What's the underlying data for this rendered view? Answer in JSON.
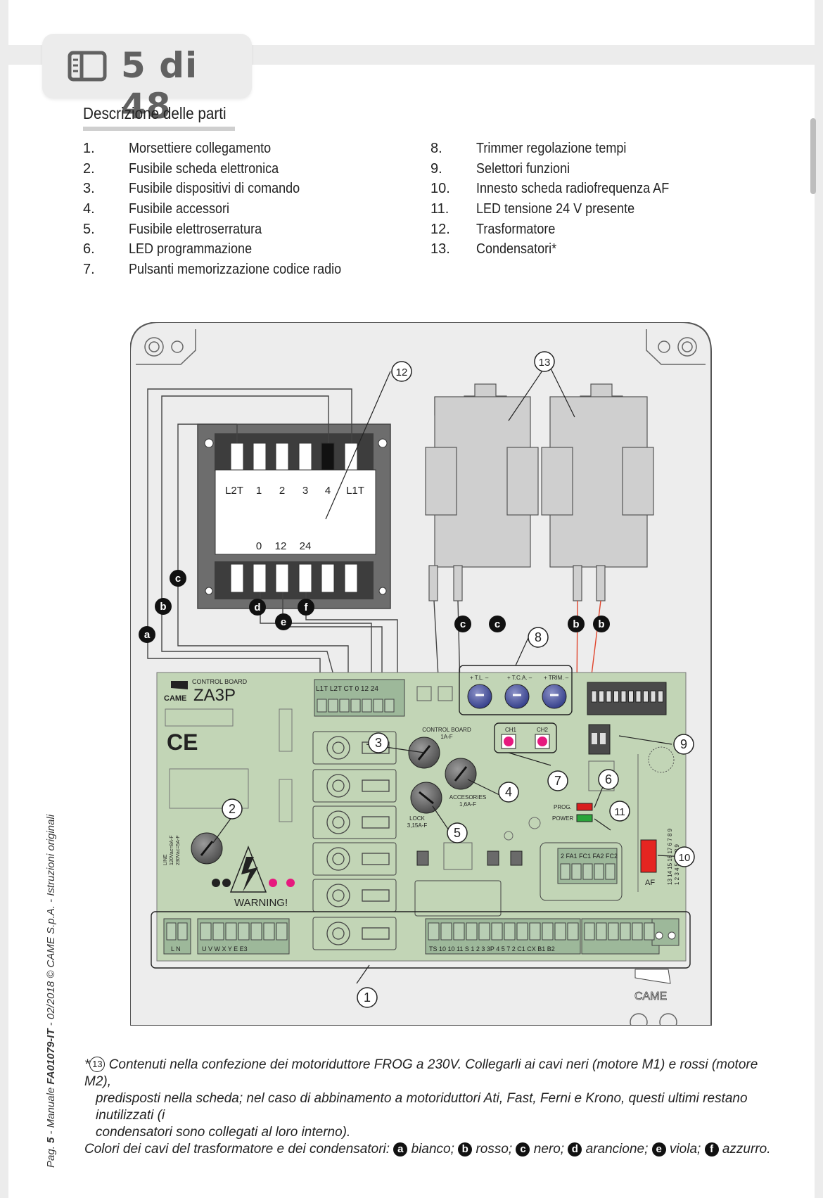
{
  "page_indicator": {
    "current": "5",
    "sep": "di",
    "total": "48",
    "text": "5 di 48",
    "icon": "sidebar-panel-icon"
  },
  "section_title": "Descrizione delle parti",
  "parts_left": [
    {
      "num": "1.",
      "label": "Morsettiere collegamento"
    },
    {
      "num": "2.",
      "label": "Fusibile scheda elettronica"
    },
    {
      "num": "3.",
      "label": "Fusibile dispositivi di comando"
    },
    {
      "num": "4.",
      "label": "Fusibile accessori"
    },
    {
      "num": "5.",
      "label": "Fusibile elettroserratura"
    },
    {
      "num": "6.",
      "label": "LED programmazione"
    },
    {
      "num": "7.",
      "label": "Pulsanti memorizzazione codice radio"
    }
  ],
  "parts_right": [
    {
      "num": "8.",
      "label": "Trimmer regolazione tempi"
    },
    {
      "num": "9.",
      "label": "Selettori funzioni"
    },
    {
      "num": "10.",
      "label": "Innesto scheda radiofrequenza AF"
    },
    {
      "num": "11.",
      "label": "LED tensione 24 V presente"
    },
    {
      "num": "12.",
      "label": "Trasformatore"
    },
    {
      "num": "13.",
      "label": "Condensatori*"
    }
  ],
  "diagram": {
    "transformer_top": [
      "L2T",
      "1",
      "2",
      "3",
      "4",
      "L1T"
    ],
    "transformer_bottom": [
      "0",
      "12",
      "24"
    ],
    "board_title": "CONTROL BOARD",
    "board_model": "ZA3P",
    "brand": "CAME",
    "ce": "CE",
    "top_terminals": "L1T L2T CT     0  12  24",
    "trimmers": [
      "T.L.",
      "T.C.A.",
      "TRIM."
    ],
    "control_fuse": [
      "CONTROL BOARD",
      "1A-F"
    ],
    "accessory_fuse": [
      "ACCESORIES",
      "1,6A-F"
    ],
    "lock_fuse": [
      "LOCK",
      "3,15A-F"
    ],
    "line_fuse": [
      "LINE",
      "120Vac=8A-F",
      "230Vac=5A-F"
    ],
    "ch": [
      "CH1",
      "CH2"
    ],
    "leds": [
      "PROG.",
      "POWER"
    ],
    "warning": "WARNING!",
    "fa_terminals": "2  FA1 FC1 FA2 FC2",
    "af": "AF",
    "bottom_terminals": [
      "L  N",
      "U  V  W  X  Y  E  E3",
      "TS  10  10  11  S  1  2  3  3P  4  5  7  2  C1  CX  B1  B2"
    ],
    "callouts": [
      "1",
      "2",
      "3",
      "4",
      "5",
      "6",
      "7",
      "8",
      "9",
      "10",
      "11",
      "12",
      "13"
    ],
    "wire_letters": [
      "a",
      "b",
      "c",
      "d",
      "e",
      "f"
    ],
    "came_logo": "CAME"
  },
  "sidebar_text": {
    "prefix": "Pag. ",
    "page": "5",
    "manual": " - Manuale ",
    "code": "FA01079-IT",
    "rest": " - 02/2018  © CAME S.p.A. - Istruzioni originali"
  },
  "footnote": {
    "star": "*",
    "ref": "13",
    "line1": "Contenuti nella confezione dei motoriduttore FROG a 230V. Collegarli ai cavi neri (motore M1) e rossi (motore M2),",
    "line2": "predisposti nella scheda; nel caso di abbinamento a motoriduttori Ati, Fast, Ferni e Krono, questi ultimi restano inutilizzati (i",
    "line3": "condensatori sono collegati al loro interno).",
    "colors_intro": "Colori dei cavi del trasformatore e dei condensatori:",
    "colors": [
      {
        "letter": "a",
        "name": "bianco;"
      },
      {
        "letter": "b",
        "name": "rosso;"
      },
      {
        "letter": "c",
        "name": "nero;"
      },
      {
        "letter": "d",
        "name": "arancione;"
      },
      {
        "letter": "e",
        "name": "viola;"
      },
      {
        "letter": "f",
        "name": "azzurro."
      }
    ]
  }
}
